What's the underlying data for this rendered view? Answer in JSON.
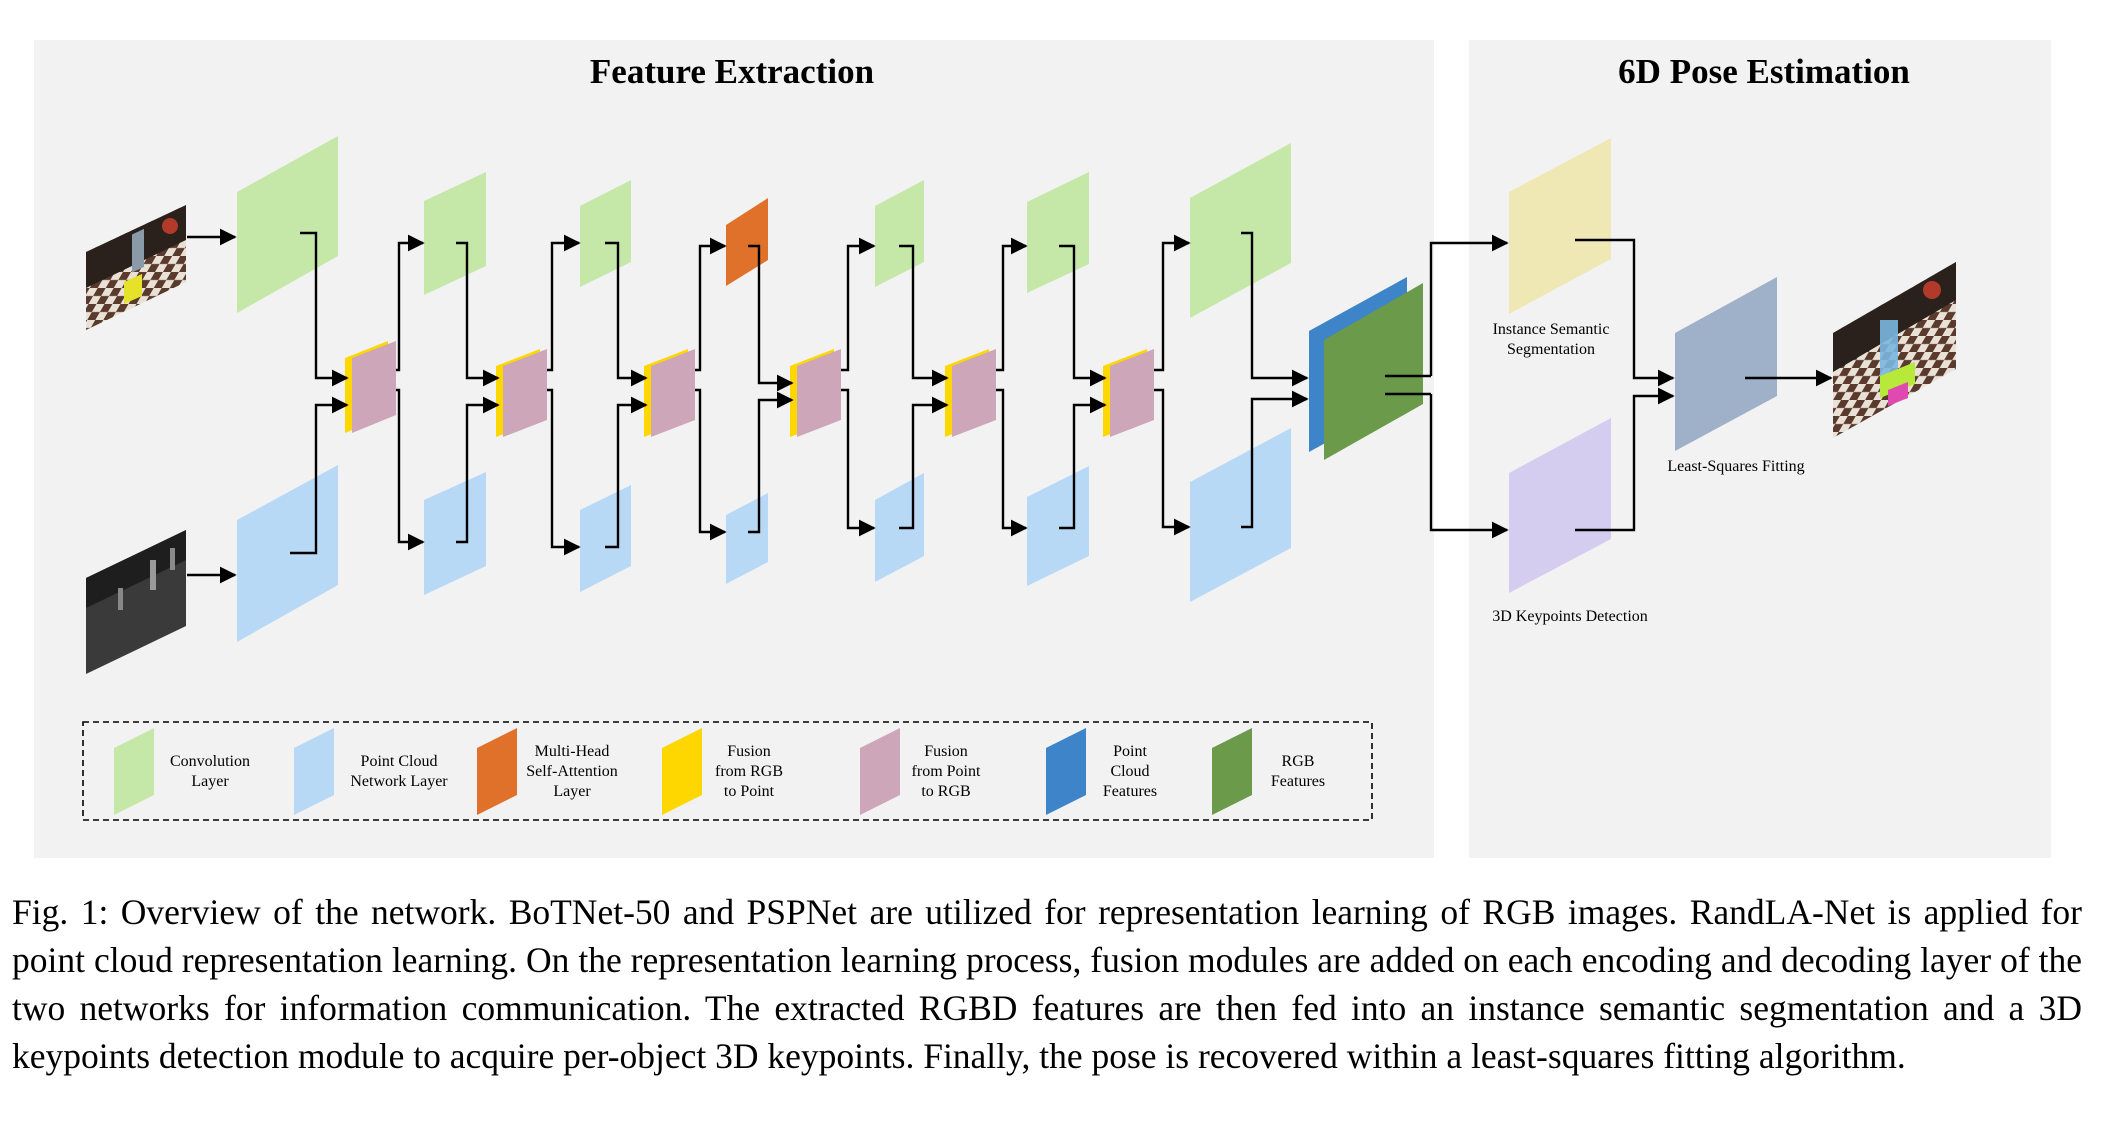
{
  "panels": {
    "feature_extraction": "Feature Extraction",
    "pose_estimation": "6D Pose Estimation"
  },
  "labels": {
    "instance_seg": [
      "Instance Semantic",
      "Segmentation"
    ],
    "keypoints": "3D Keypoints Detection",
    "least_squares": "Least-Squares Fitting"
  },
  "legend": [
    {
      "name": "conv",
      "lines": [
        "Convolution",
        "Layer"
      ],
      "color": "#c5e8a8"
    },
    {
      "name": "pointcloud",
      "lines": [
        "Point Cloud",
        "Network Layer"
      ],
      "color": "#b8d9f6"
    },
    {
      "name": "mhsa",
      "lines": [
        "Multi-Head",
        "Self-Attention",
        "Layer"
      ],
      "color": "#e0712b"
    },
    {
      "name": "fusion-rgb-point",
      "lines": [
        "Fusion",
        "from RGB",
        "to Point"
      ],
      "color": "#ffd700"
    },
    {
      "name": "fusion-point-rgb",
      "lines": [
        "Fusion",
        "from Point",
        "to RGB"
      ],
      "color": "#cda6b9"
    },
    {
      "name": "pc-features",
      "lines": [
        "Point",
        "Cloud",
        "Features"
      ],
      "color": "#3d85c8"
    },
    {
      "name": "rgb-features",
      "lines": [
        "RGB",
        "Features"
      ],
      "color": "#6a9a4a"
    }
  ],
  "colors": {
    "panel_bg": "#f2f2f2",
    "seg": "#efe8b4",
    "kp": "#d4cdf0",
    "lsq": "#9fb0c9"
  },
  "caption": "Fig. 1: Overview of the network. BoTNet-50 and PSPNet are utilized for representation learning of RGB images. RandLA-Net is applied for point cloud representation learning. On the representation learning process, fusion modules are added on each encoding and decoding layer of the two networks for information communication. The extracted RGBD features are then fed into an instance semantic segmentation and a 3D keypoints detection module to acquire per-object 3D keypoints. Finally, the pose is recovered within a least-squares fitting algorithm."
}
